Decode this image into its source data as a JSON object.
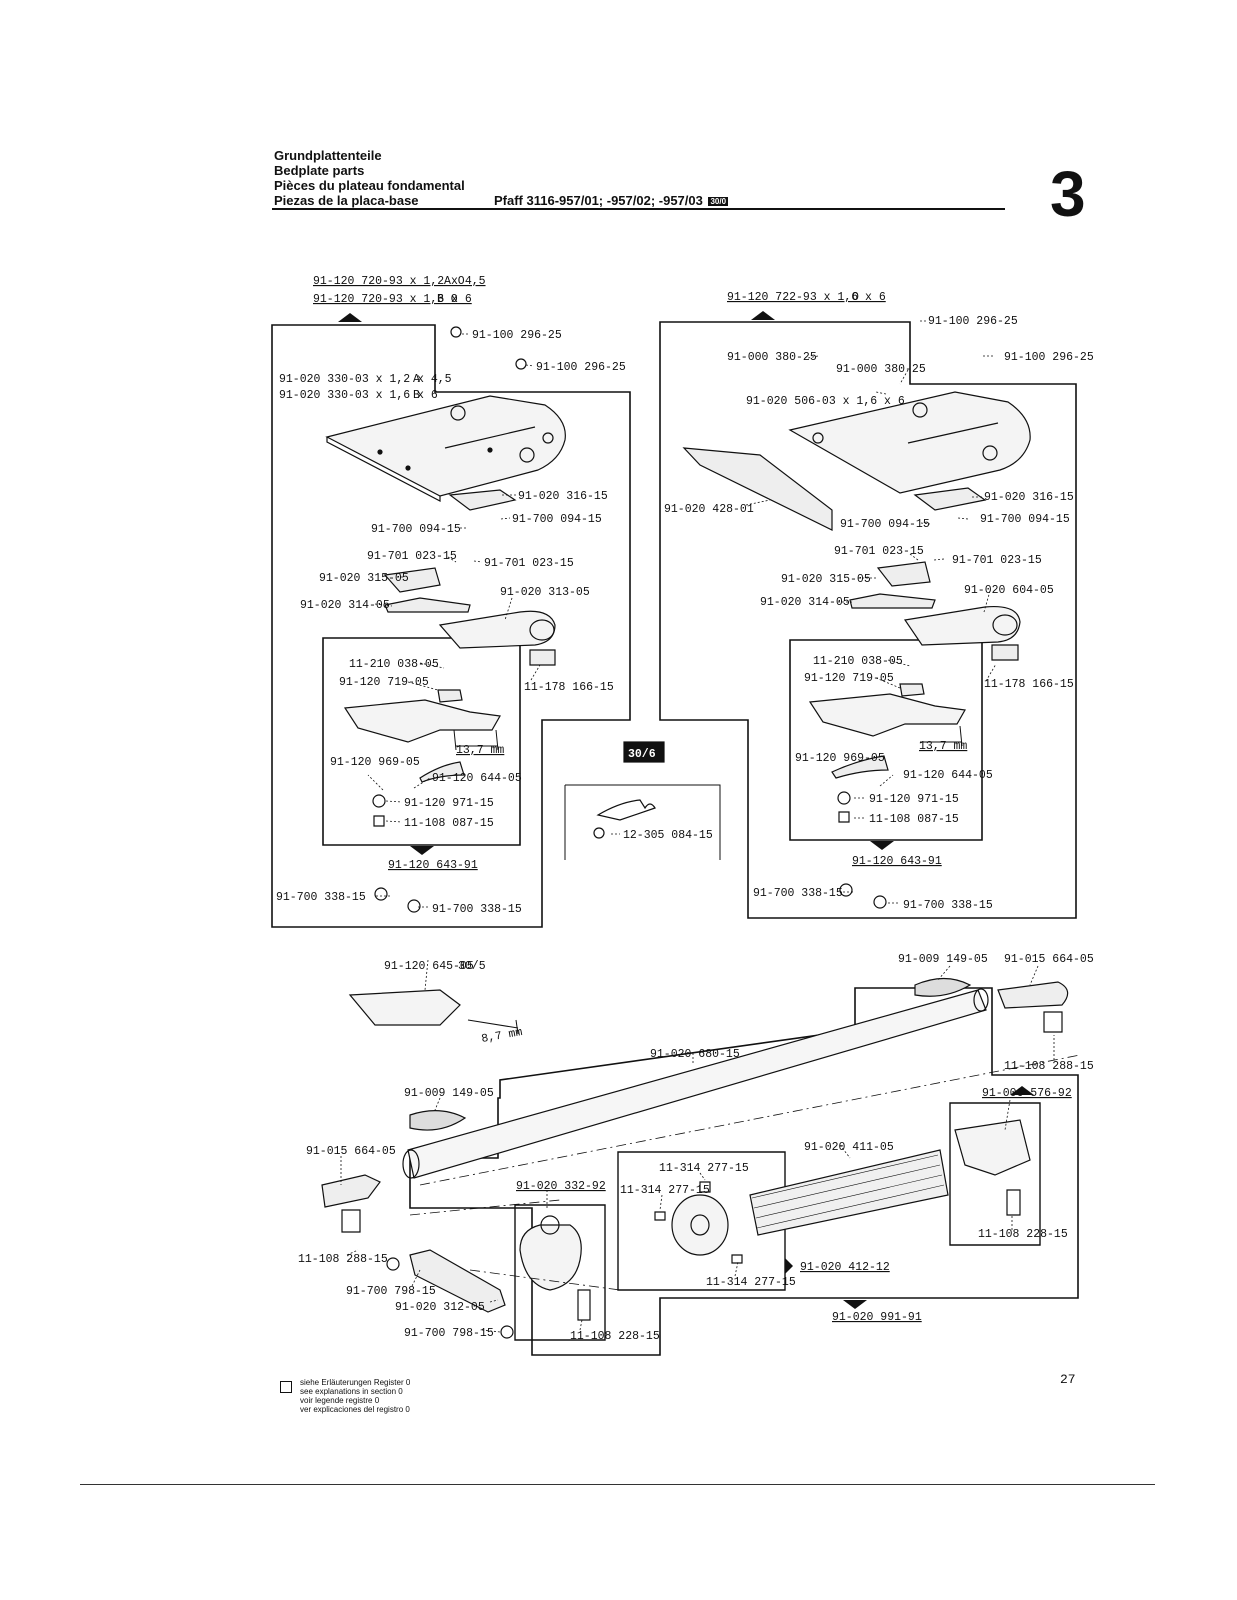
{
  "header": {
    "title_de": "Grundplattenteile",
    "title_en": "Bedplate parts",
    "title_fr": "Pièces du plateau fondamental",
    "title_es": "Piezas de la placa-base",
    "model": "Pfaff 3116-957/01; -957/02; -957/03",
    "model_badge": "30/0",
    "section_number": "3"
  },
  "left_assembly": {
    "top_ref_1": "91-120 720-93 x 1,2 x 4,5",
    "top_ref_1_badges": "A O",
    "top_ref_2": "91-120 720-93 x 1,6 x 6",
    "top_ref_2_badges": "B O",
    "screw_a": "91-100 296-25",
    "screw_b": "91-100 296-25",
    "plate_1": "91-020 330-03 x 1,2 x 4,5",
    "plate_1_badge": "A",
    "plate_2": "91-020 330-03 x 1,6 x 6",
    "plate_2_badge": "B",
    "part_316": "91-020 316-15",
    "nut_a": "91-700 094-15",
    "nut_b": "91-700 094-15",
    "screw_701a": "91-701 023-15",
    "screw_701b": "91-701 023-15",
    "part_315": "91-020 315-05",
    "part_313": "91-020 313-05",
    "part_314": "91-020 314-05",
    "part_166": "11-178 166-15",
    "inner_screw": "11-210 038-05",
    "inner_719": "91-120 719-05",
    "dim": "13,7 mm",
    "inner_969": "91-120 969-05",
    "inner_644": "91-120 644-05",
    "inner_971": "91-120 971-15",
    "inner_087": "11-108 087-15",
    "assembly_ref": "91-120 643-91",
    "screw_338a": "91-700 338-15",
    "screw_338b": "91-700 338-15"
  },
  "middle_detail": {
    "badge": "30/6",
    "part": "12-305 084-15"
  },
  "right_assembly": {
    "top_ref": "91-120 722-93 x 1,6 x 6",
    "top_ref_badge": "O",
    "screw_a": "91-100 296-25",
    "screw_b": "91-100 296-25",
    "screw_380a": "91-000 380-25",
    "screw_380b": "91-000 380-25",
    "plate": "91-020 506-03 x 1,6 x 6",
    "part_428": "91-020 428-01",
    "part_316": "91-020 316-15",
    "nut_a": "91-700 094-15",
    "nut_b": "91-700 094-15",
    "screw_701a": "91-701 023-15",
    "screw_701b": "91-701 023-15",
    "part_315": "91-020 315-05",
    "part_604": "91-020 604-05",
    "part_314": "91-020 314-05",
    "part_166": "11-178 166-15",
    "inner_screw": "11-210 038-05",
    "inner_719": "91-120 719-05",
    "dim": "13,7 mm",
    "inner_969": "91-120 969-05",
    "inner_644": "91-120 644-05",
    "inner_971": "91-120 971-15",
    "inner_087": "11-108 087-15",
    "assembly_ref": "91-120 643-91",
    "screw_338a": "91-700 338-15",
    "screw_338b": "91-700 338-15"
  },
  "lower_assembly": {
    "part_645": "91-120 645-05",
    "part_645_badge": "30/5",
    "dim": "8,7 mm",
    "wick_right": "91-009 149-05",
    "plug_right": "91-015 664-05",
    "screw_288_right": "11-108 288-15",
    "shaft": "91-020 680-15",
    "wick_left": "91-009 149-05",
    "assy_576": "91-006 576-92",
    "plug_left": "91-015 664-05",
    "spring": "91-020 411-05",
    "setscrew_a": "11-314 277-15",
    "setscrew_b": "11-314 277-15",
    "setscrew_c": "11-314 277-15",
    "assy_332": "91-020 332-92",
    "screw_228_right": "11-108 228-15",
    "screw_288_left": "11-108 288-15",
    "screw_798a": "91-700 798-15",
    "part_312": "91-020 312-05",
    "screw_798b": "91-700 798-15",
    "screw_228_left": "11-108 228-15",
    "assy_412": "91-020 412-12",
    "assy_991": "91-020 991-91"
  },
  "footer": {
    "note_de": "siehe Erläuterungen Register 0",
    "note_en": "see explanations in section 0",
    "note_fr": "voir legende registre 0",
    "note_es": "ver explicaciones del registro 0",
    "page_number": "27"
  }
}
